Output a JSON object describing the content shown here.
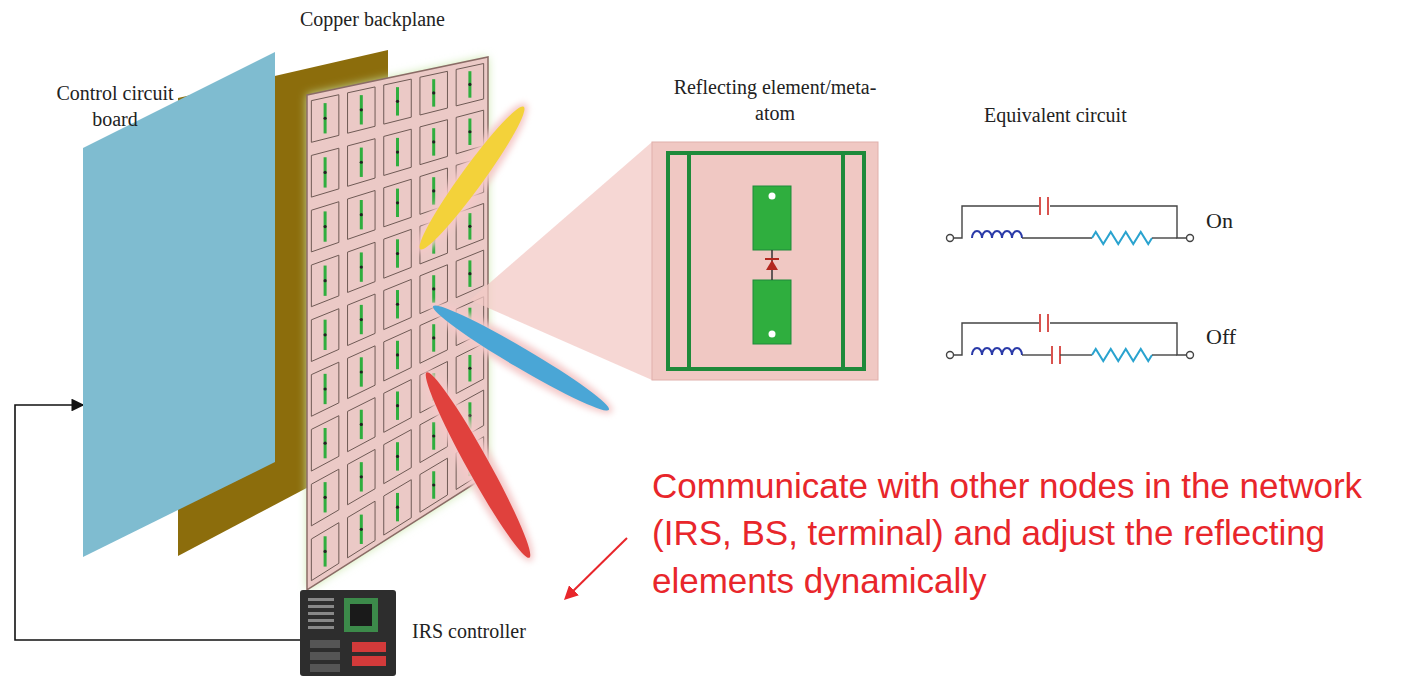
{
  "diagram": {
    "nodes": [
      {
        "text": [
          "Control circuit board"
        ]
      },
      {
        "text": [
          "IRS controller"
        ]
      }
    ],
    "edges": [
      {
        "from": 1,
        "to": 0,
        "arrow": "to"
      }
    ],
    "labels": [
      "Copper backplane",
      "Reflecting element/meta-atom",
      "Equivalent circuit",
      "On",
      "Off",
      "Communicate with other nodes in the network (IRS, BS, terminal) and adjust the reflecting elements dynamically"
    ]
  }
}
